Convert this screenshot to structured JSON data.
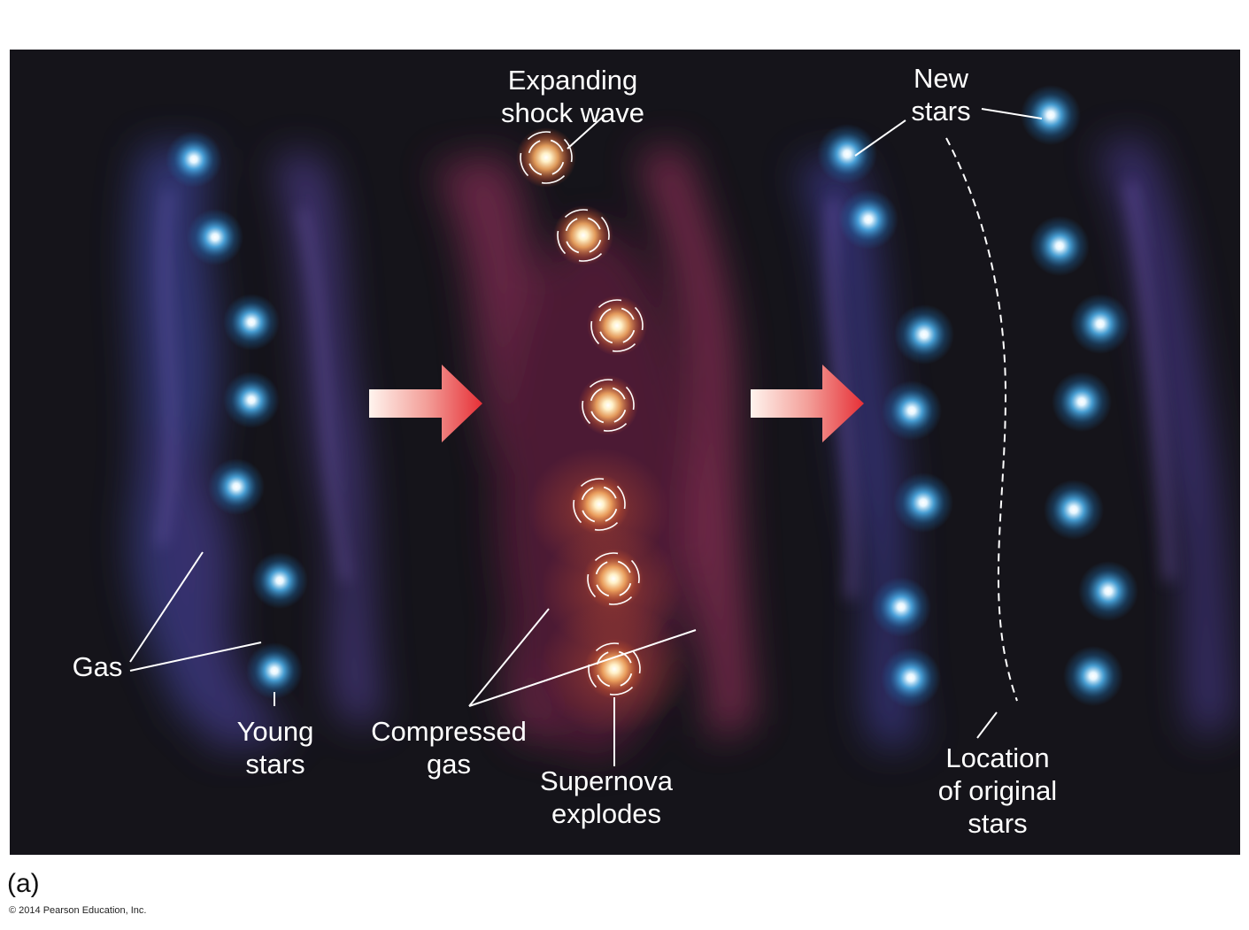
{
  "labels": {
    "expanding": [
      "Expanding",
      "shock wave"
    ],
    "new_stars": [
      "New",
      "stars"
    ],
    "gas": "Gas",
    "young_stars": [
      "Young",
      "stars"
    ],
    "compressed_gas": [
      "Compressed",
      "gas"
    ],
    "supernova": [
      "Supernova",
      "explodes"
    ],
    "location": [
      "Location",
      "of original",
      "stars"
    ]
  },
  "panel_letter": "(a)",
  "copyright": "© 2014 Pearson Education, Inc.",
  "colors": {
    "background": "#15141a",
    "young_star": "#8fd0ff",
    "gas_blue": "#5a4fb0",
    "gas_red": "#a0304f",
    "supernova": "#ffcf80",
    "arrow": "#e8363a"
  }
}
